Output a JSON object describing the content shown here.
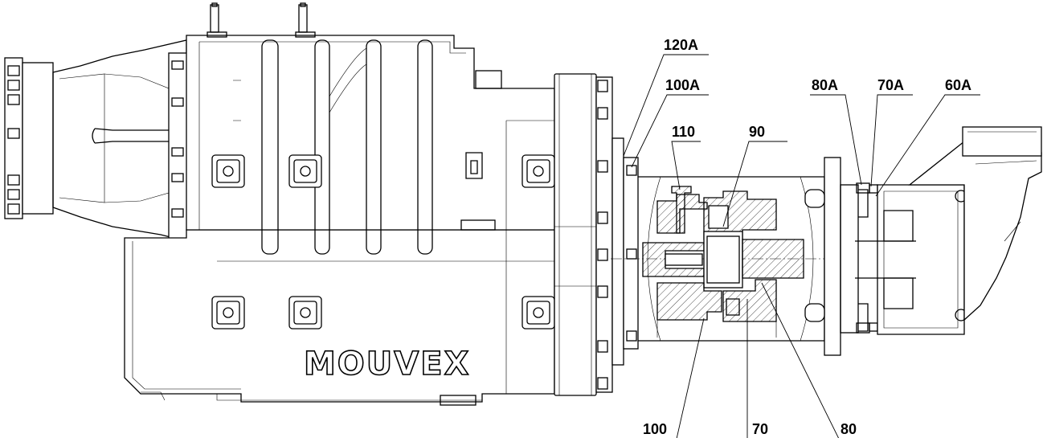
{
  "brand": {
    "logo_text": "MOUVEX"
  },
  "callouts": {
    "c120A": "120A",
    "c100A": "100A",
    "c110": "110",
    "c90": "90",
    "c80A": "80A",
    "c70A": "70A",
    "c60A": "60A",
    "c100": "100",
    "c70": "70",
    "c80": "80"
  }
}
